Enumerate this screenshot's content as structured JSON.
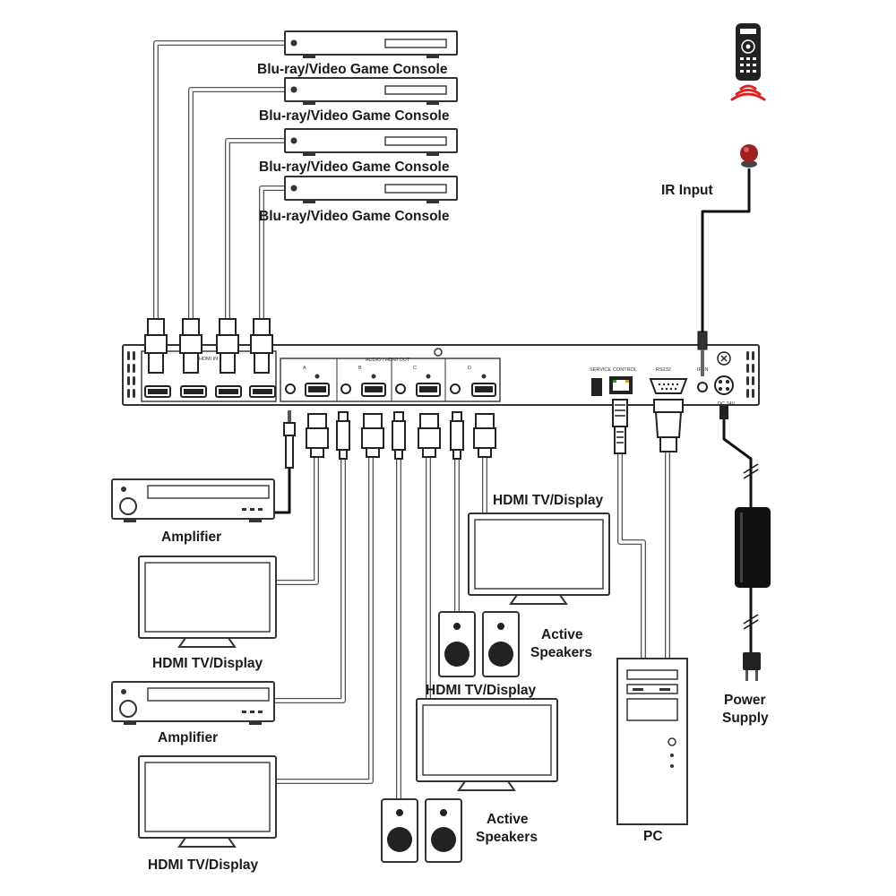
{
  "sources": {
    "console_label_1": "Blu-ray/Video Game Console",
    "console_label_2": "Blu-ray/Video Game Console",
    "console_label_3": "Blu-ray/Video Game Console",
    "console_label_4": "Blu-ray/Video Game Console"
  },
  "ir": {
    "label": "IR Input"
  },
  "switcher": {
    "hdmi_in_label": "HDMI IN",
    "audio_hdmi_out_label": "AUDIO / HDMI OUT",
    "zone_a": "A",
    "zone_b": "B",
    "zone_c": "C",
    "zone_d": "D",
    "service_label": "SERVICE",
    "control_label": "CONTROL",
    "rs232_label": "RS232",
    "ir_port_label": "IR IN",
    "dc_label": "DC 24V"
  },
  "outputs": {
    "amplifier_1": "Amplifier",
    "display_1": "HDMI TV/Display",
    "amplifier_2": "Amplifier",
    "display_2": "HDMI TV/Display",
    "display_3": "HDMI TV/Display",
    "speakers_1_line1": "Active",
    "speakers_1_line2": "Speakers",
    "display_4": "HDMI TV/Display",
    "speakers_2_line1": "Active",
    "speakers_2_line2": "Speakers"
  },
  "pc": {
    "label": "PC"
  },
  "power": {
    "label_line1": "Power",
    "label_line2": "Supply"
  },
  "colors": {
    "ir_red": "#cc2222",
    "remote_arc": "#e02020",
    "ir_sensor": "#a02020"
  }
}
